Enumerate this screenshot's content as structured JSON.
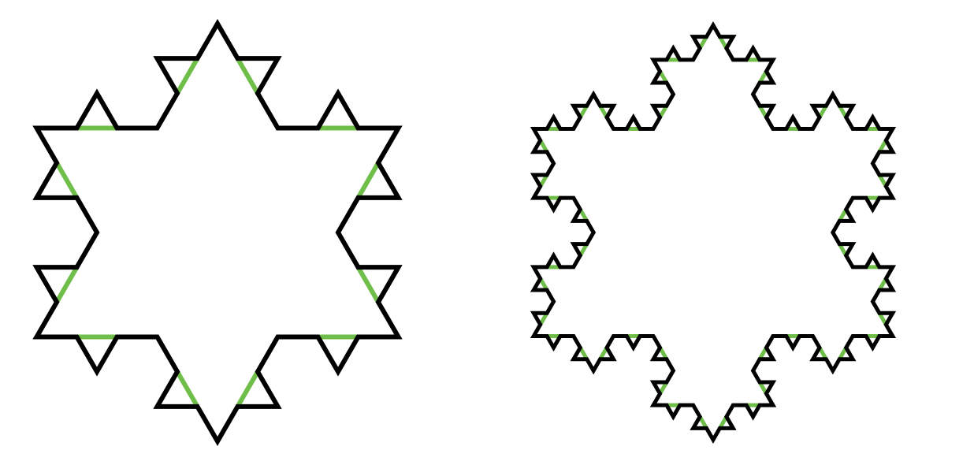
{
  "figure": {
    "kind": "koch-snowflake-iterations",
    "panels": [
      {
        "name": "koch-snowflake-iteration-2",
        "iteration": 2
      },
      {
        "name": "koch-snowflake-iteration-3",
        "iteration": 3
      }
    ]
  },
  "colors": {
    "background": "#ffffff",
    "outline": "#000000",
    "highlight": "#6fbe4a"
  }
}
